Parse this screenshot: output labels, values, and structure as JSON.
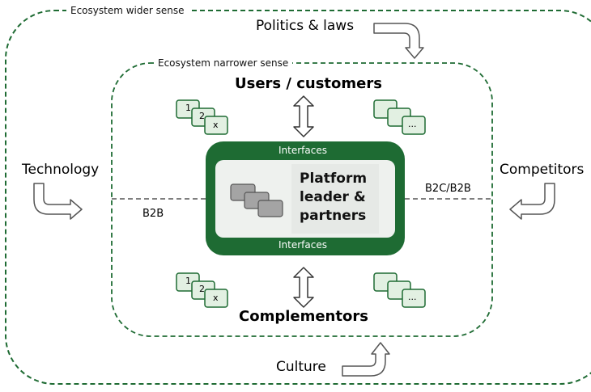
{
  "outer_label": "Ecosystem wider sense",
  "inner_label": "Ecosystem narrower sense",
  "forces": {
    "politics": "Politics & laws",
    "technology": "Technology",
    "competitors": "Competitors",
    "culture": "Culture"
  },
  "users_label": "Users / customers",
  "complementors_label": "Complementors",
  "platform": {
    "title": "Platform\nleader &\npartners",
    "interfaces_top": "Interfaces",
    "interfaces_bottom": "Interfaces"
  },
  "links": {
    "left": "B2B",
    "right": "B2C/B2B"
  },
  "card_labels": {
    "first": "1",
    "second": "2",
    "third": "x",
    "ellipsis": "..."
  },
  "colors": {
    "dark_green": "#1e6b33",
    "light_green_fill": "#e2f0e2",
    "platform_inner": "#eef1ee",
    "card_grey": "#a4a4a4"
  }
}
